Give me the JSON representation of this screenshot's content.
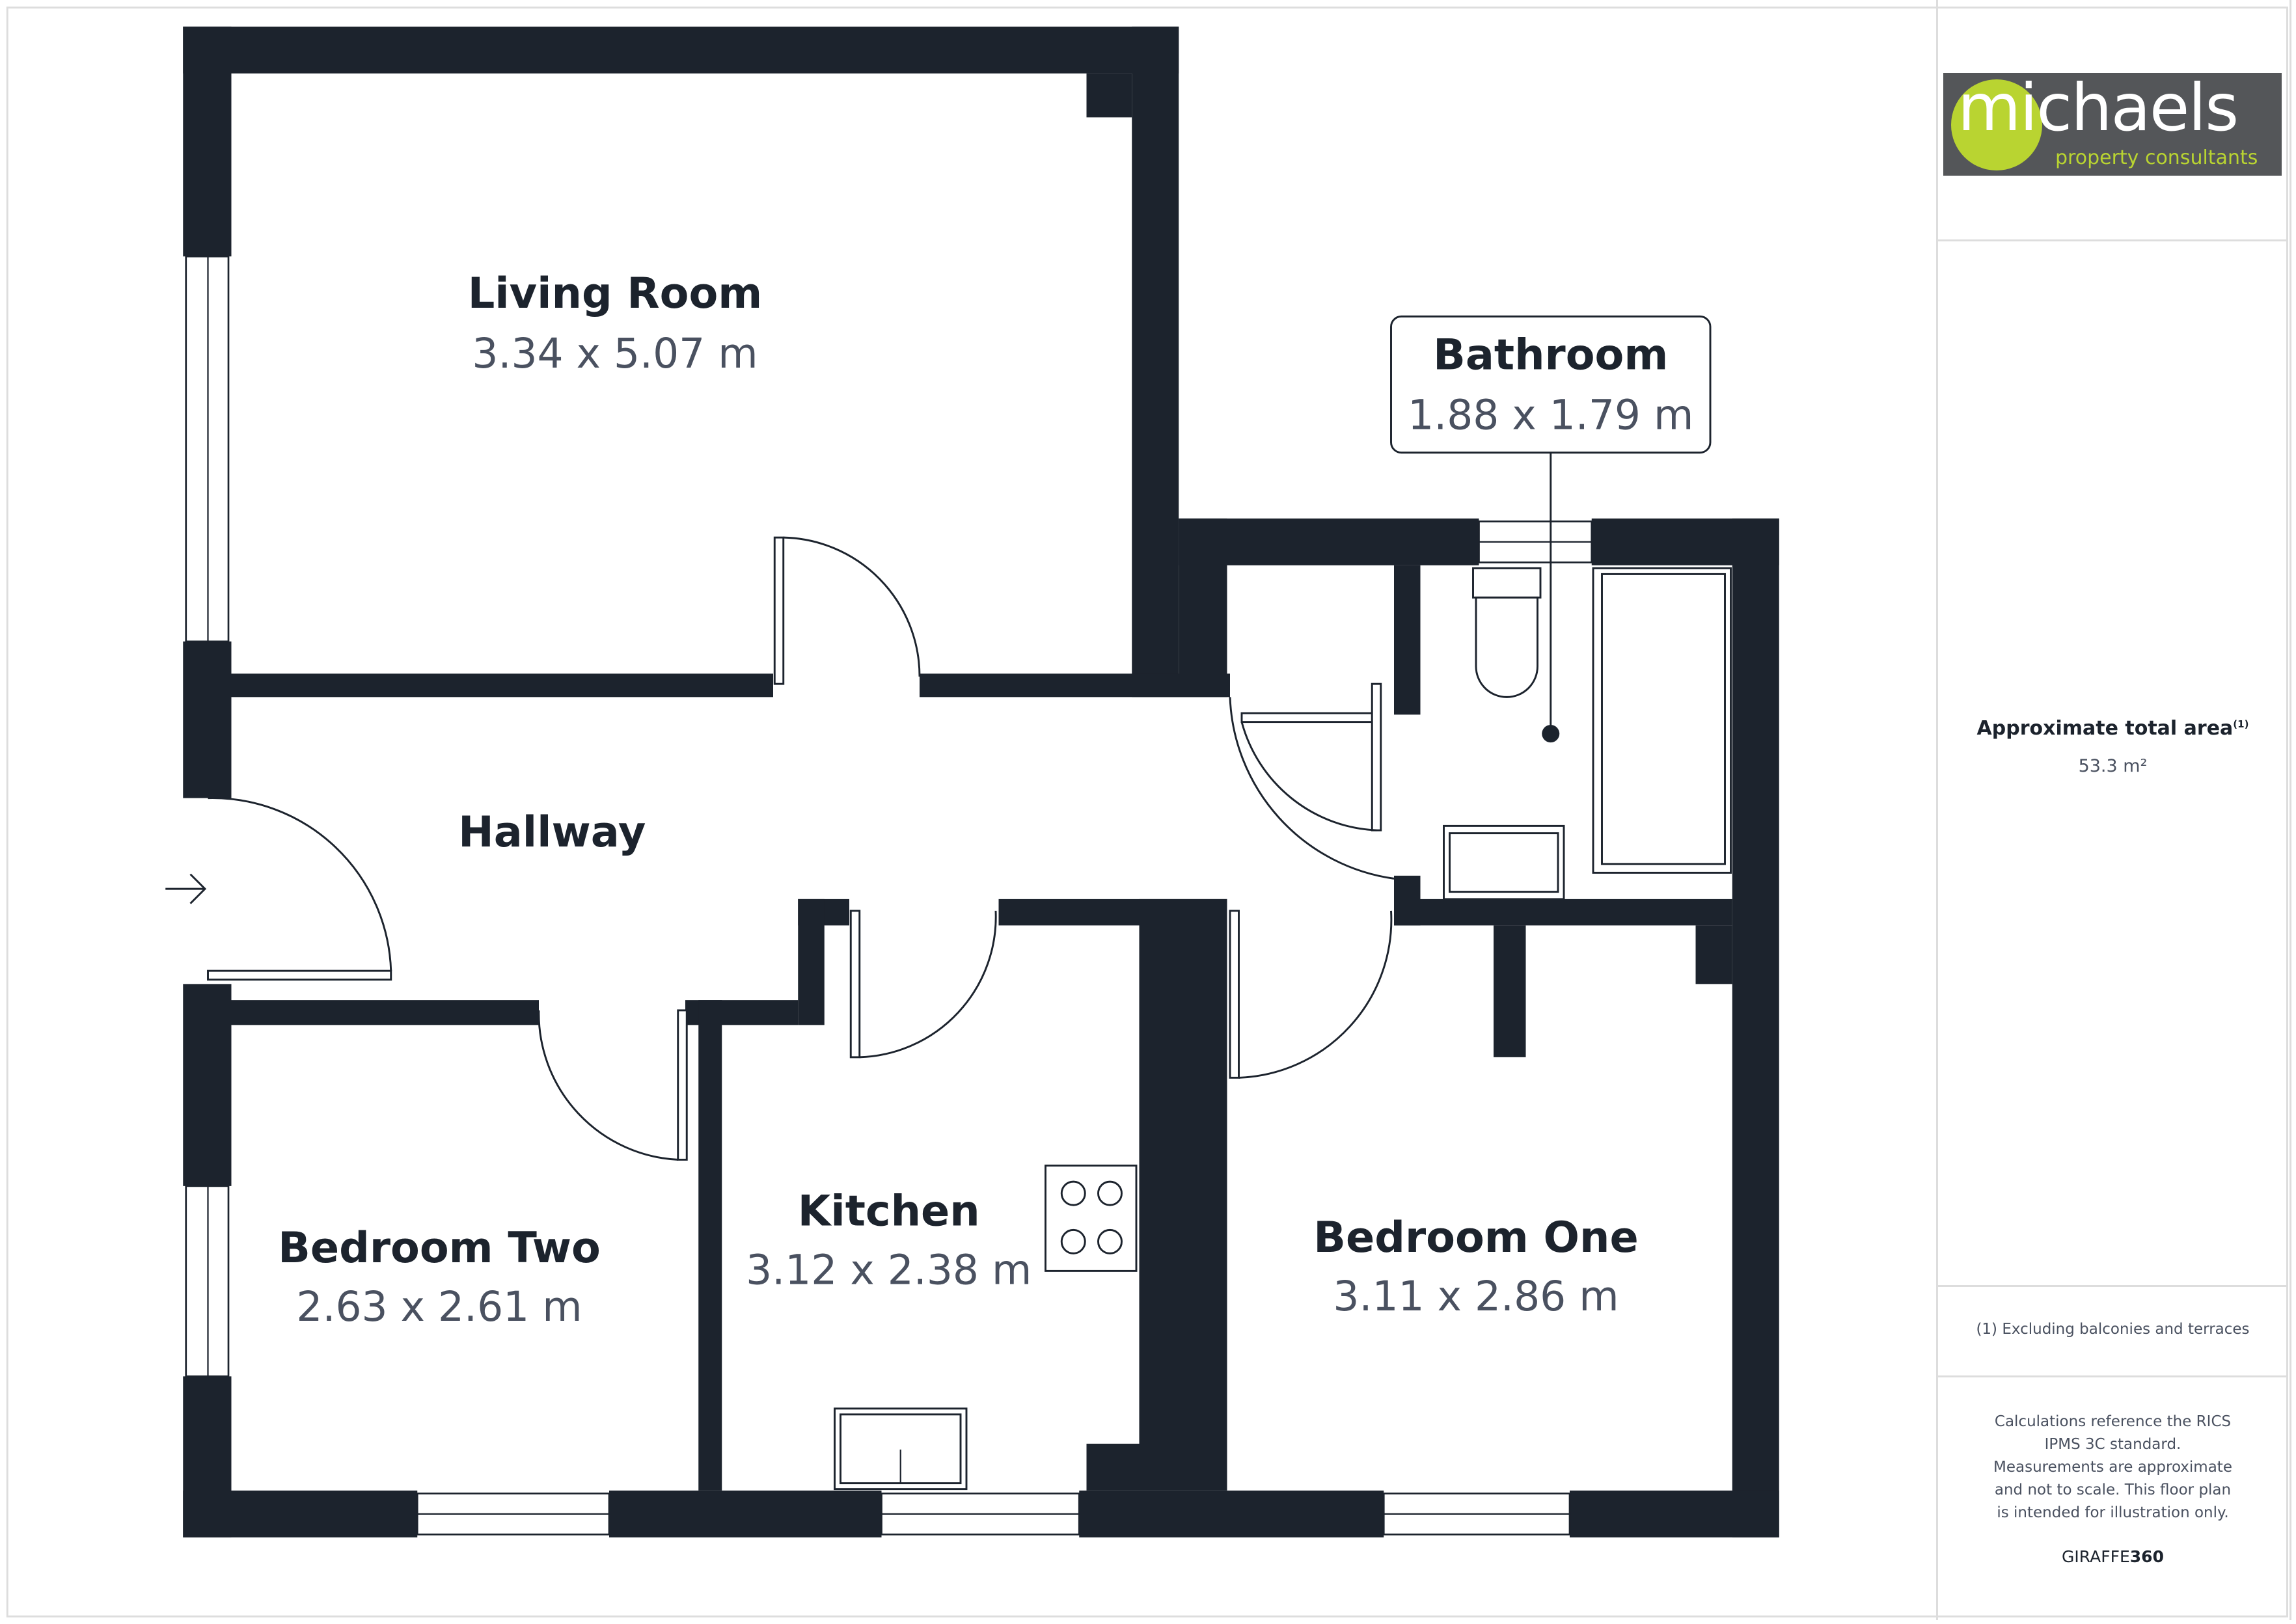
{
  "brand": {
    "logo_text": "michaels",
    "logo_subtitle": "property consultants",
    "logo_bg": "#545659",
    "logo_accent": "#b9d431"
  },
  "rooms": [
    {
      "name": "Living Room",
      "dims": "3.34 x 5.07 m"
    },
    {
      "name": "Bathroom",
      "dims": "1.88 x 1.79 m"
    },
    {
      "name": "Hallway"
    },
    {
      "name": "Kitchen",
      "dims": "3.12 x 2.38 m"
    },
    {
      "name": "Bedroom Two",
      "dims": "2.63 x 2.61 m"
    },
    {
      "name": "Bedroom One",
      "dims": "3.11 x 2.86 m"
    }
  ],
  "area": {
    "label": "Approximate total area",
    "footnote_mark": "(1)",
    "value": "53.3 m²"
  },
  "footnote": "(1) Excluding balconies and terraces",
  "disclaimer": "Calculations reference the RICS IPMS 3C standard. Measurements are approximate and not to scale. This floor plan is intended for illustration only.",
  "credit": {
    "light": "GIRAFFE",
    "bold": "360"
  },
  "colors": {
    "wall": "#1c232d"
  }
}
